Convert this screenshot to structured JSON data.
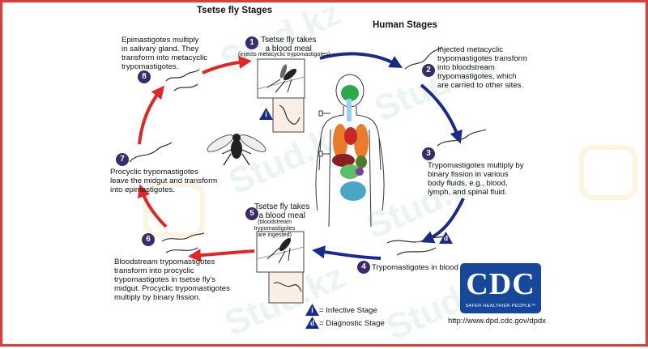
{
  "headings": {
    "tsetse": "Tsetse fly Stages",
    "human": "Human Stages"
  },
  "stages": [
    {
      "num": "1",
      "text": "Tsetse fly takes\na blood meal",
      "sub": "(injects metacyclic trypomastigotes)"
    },
    {
      "num": "2",
      "text": "Injected metacyclic\ntrypomastigotes transform\ninto bloodstream\ntrypomastigotes, which\nare carried to other sites."
    },
    {
      "num": "3",
      "text": "Trypomastigotes multiply by\nbinary fission in various\nbody fluids, e.g., blood,\nlymph, and spinal fluid."
    },
    {
      "num": "4",
      "text": "Trypomastigotes in blood"
    },
    {
      "num": "5",
      "text": "Tsetse fly takes\na blood meal",
      "sub": "(bloodstream trypomastigotes\nare ingested)"
    },
    {
      "num": "6",
      "text": "Bloodstream trypomastigotes\ntransform into procyclic\ntrypomastigotes in tsetse fly's\nmidgut. Procyclic trypomastigotes\nmultiply by binary fission."
    },
    {
      "num": "7",
      "text": "Procyclic trypomastigotes\nleave the midgut and transform\ninto epimastigotes."
    },
    {
      "num": "8",
      "text": "Epimastigotes multiply\nin salivary gland. They\ntransform into metacyclic\ntrypomastigotes."
    }
  ],
  "markers": {
    "infective": "i",
    "diagnostic": "d"
  },
  "legend": {
    "infective": "= Infective Stage",
    "diagnostic": "= Diagnostic Stage"
  },
  "logo": {
    "text": "CDC",
    "tagline": "SAFER·HEALTHIER·PEOPLE™"
  },
  "url": "http://www.dpd.cdc.gov/dpdx",
  "watermark": "Stud.kz",
  "colors": {
    "human_arrow": "#1a2a8c",
    "tsetse_arrow": "#e02626",
    "badge": "#3a2a6e",
    "border": "#e03a3a"
  }
}
